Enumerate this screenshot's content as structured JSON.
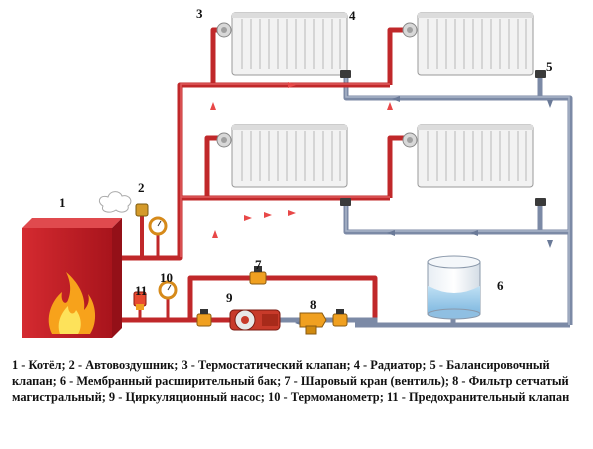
{
  "labels": {
    "n1": "1",
    "n2": "2",
    "n3": "3",
    "n4": "4",
    "n5": "5",
    "n6": "6",
    "n7": "7",
    "n8": "8",
    "n9": "9",
    "n10": "10",
    "n11": "11"
  },
  "caption": "1 - Котёл; 2 - Автовоздушник; 3 - Термостатический клапан; 4 - Радиатор; 5 - Балансировочный клапан; 6 - Мембранный расширительный бак; 7 - Шаровый кран (вентиль); 8 - Фильтр сетчатый магистральный; 9 - Циркуляционный насос; 10 - Термоманометр; 11 - Предохранительный клапан",
  "colors": {
    "supply_pipe": "#c0282a",
    "return_pipe": "#7c8aa6",
    "boiler": "#c8202a",
    "radiator": "#e8e8e8",
    "tank_water": "#a8d0ec",
    "pump": "#c83a2a",
    "valve": "#f0a020"
  }
}
